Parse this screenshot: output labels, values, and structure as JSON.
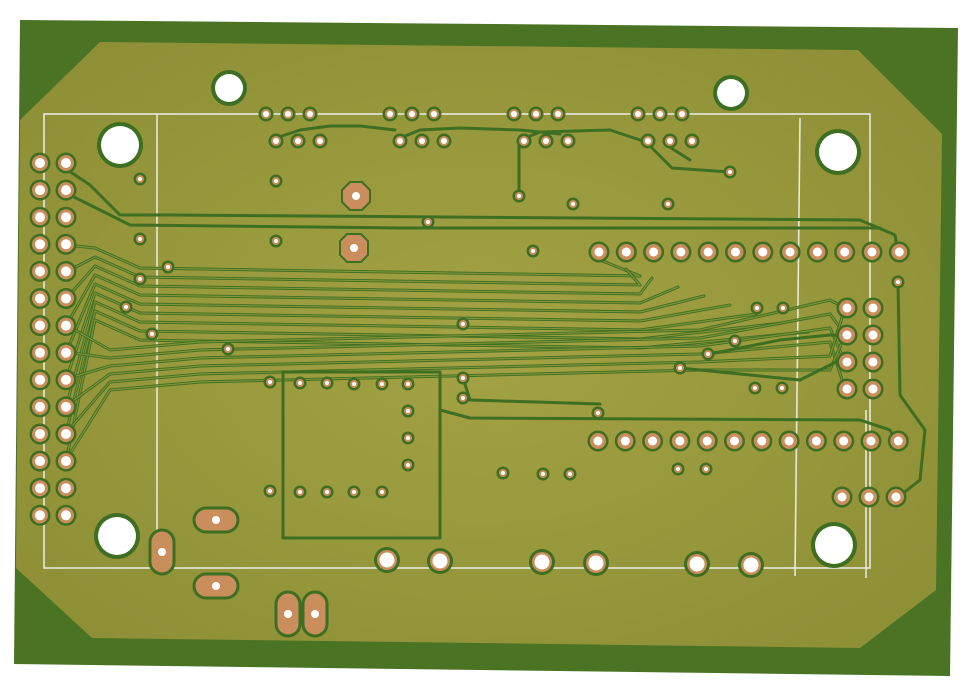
{
  "board": {
    "substrate_color": "#4a7324",
    "copper_pour_color": "#9a9a3e",
    "pad_color": "#c98e5c",
    "trace_color": "#3e6e22",
    "silkscreen_color": "#e8e8e0",
    "drill_color": "#ffffff",
    "layer": "bottom copper"
  },
  "components": {
    "left_header": {
      "kind": "2x14 pin header",
      "pins": 28
    },
    "top_right_header": {
      "kind": "1x12 pin row",
      "pins": 12
    },
    "bottom_right_header": {
      "kind": "1x12 pin row",
      "pins": 12
    },
    "right_block": {
      "kind": "2x4 pin header",
      "pins": 8
    },
    "right_bottom_row": {
      "kind": "1x3 pin row",
      "pins": 3
    },
    "bottom_row": {
      "kind": "1x6 large pads",
      "pins": 6
    },
    "mounting_holes": 6
  }
}
